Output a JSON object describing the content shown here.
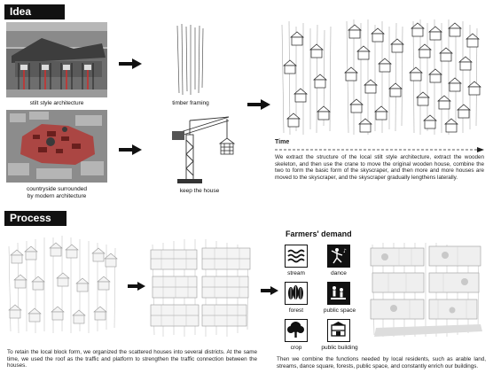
{
  "idea": {
    "header": "Idea",
    "captions": {
      "stilt": "stilt style architecture",
      "timber": "timber framing",
      "countryside_line1": "countryside surrounded",
      "countryside_line2": "by modern architecture",
      "keep_house": "keep the house"
    },
    "time_label": "Time",
    "description": "We extract the structure of the local stilt style architecture, extract the wooden skeleton, and then use the crane to move the original wooden house, combine the two to form the basic form of the skyscraper, and then more and more houses are moved to the skyscraper, and the skyscraper gradually lengthens laterally."
  },
  "process": {
    "header": "Process",
    "left_description": "To retain the local block form, we organized the scattered houses into several districts. At the same time, we used the roof as the traffic and platform to strengthen the traffic connection between the houses.",
    "right_description": "Then we combine the functions needed by local residents, such as arable land, streams, dance square, forests, public space, and constantly enrich our buildings.",
    "demand": {
      "title": "Farmers' demand",
      "items": [
        {
          "label": "stream",
          "icon": "waves-icon"
        },
        {
          "label": "dance",
          "icon": "dancer-icon"
        },
        {
          "label": "forest",
          "icon": "leaves-icon"
        },
        {
          "label": "public space",
          "icon": "people-icon"
        },
        {
          "label": "crop",
          "icon": "tree-icon"
        },
        {
          "label": "public building",
          "icon": "building-icon"
        }
      ]
    }
  },
  "colors": {
    "header_bg": "#111111",
    "highlight_red": "#c8312f"
  }
}
